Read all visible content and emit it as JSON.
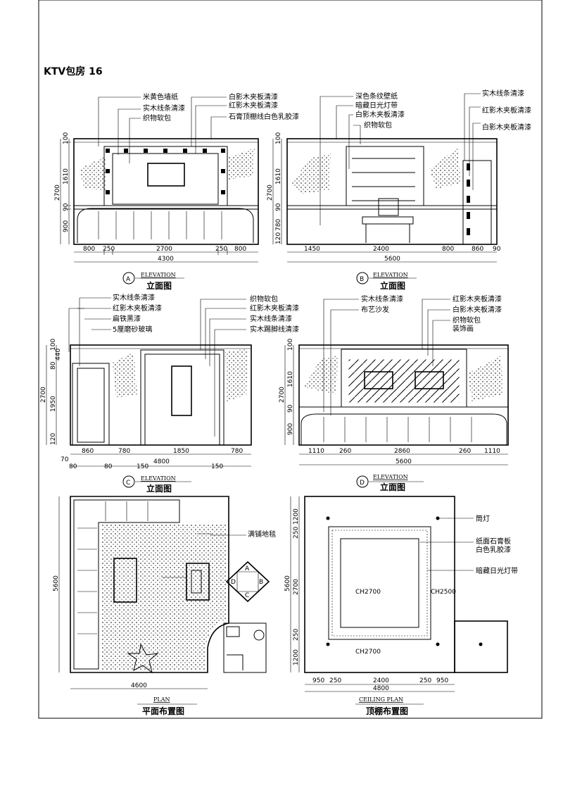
{
  "title": "KTV包房   16",
  "elevation_a": {
    "letter": "A",
    "label_en": "ELEVATION",
    "label_cn": "立面图",
    "notes_left": [
      "米黄色墙纸",
      "实木线条清漆",
      "织物软包"
    ],
    "notes_right": [
      "白影木夹板清漆",
      "红影木夹板清漆",
      "石膏顶棚线白色乳胶漆"
    ],
    "vdims": [
      "100",
      "1610",
      "2700",
      "90",
      "900"
    ],
    "hdims": [
      "800",
      "250",
      "2700",
      "250",
      "800"
    ],
    "total": "4300"
  },
  "elevation_b": {
    "letter": "B",
    "label_en": "ELEVATION",
    "label_cn": "立面图",
    "notes_left": [
      "深色条纹壁纸",
      "暗藏日光灯带",
      "白影木夹板清漆",
      "织物软包"
    ],
    "notes_right": [
      "实木线条清漆",
      "红影木夹板清漆",
      "白影木夹板清漆"
    ],
    "vdims": [
      "100",
      "1610",
      "2700",
      "90",
      "780",
      "120"
    ],
    "hdims": [
      "1450",
      "2400",
      "800",
      "860",
      "90"
    ],
    "total": "5600"
  },
  "elevation_c": {
    "letter": "C",
    "label_en": "ELEVATION",
    "label_cn": "立面图",
    "notes_left": [
      "实木线条清漆",
      "红影木夹板清漆",
      "扁铁黑漆",
      "5厘磨砂玻璃"
    ],
    "notes_right": [
      "织物软包",
      "红影木夹板清漆",
      "实木线条清漆",
      "实木踢脚线清漆"
    ],
    "vdims": [
      "100",
      "440",
      "80",
      "2700",
      "1950",
      "120"
    ],
    "hdims": [
      "860",
      "780",
      "1850",
      "780"
    ],
    "hdims2": [
      "70",
      "80",
      "80",
      "150",
      "150"
    ],
    "total": "4800"
  },
  "elevation_d": {
    "letter": "D",
    "label_en": "ELEVATION",
    "label_cn": "立面图",
    "notes_left": [
      "实木线条清漆",
      "布艺沙发"
    ],
    "notes_right": [
      "红影木夹板清漆",
      "白影木夹板清漆",
      "织物软包",
      "装饰画"
    ],
    "vdims": [
      "100",
      "1610",
      "2700",
      "90",
      "900"
    ],
    "hdims": [
      "1110",
      "260",
      "2860",
      "260",
      "1110"
    ],
    "total": "5600"
  },
  "plan": {
    "label_en": "PLAN",
    "label_cn": "平面布置图",
    "note": "满铺地毯",
    "vdim": "5600",
    "hdim": "4600",
    "compass": [
      "A",
      "B",
      "C",
      "D"
    ]
  },
  "ceiling": {
    "label_en": "CEILING PLAN",
    "label_cn": "顶棚布置图",
    "notes": [
      "筒灯",
      "纸面石膏板",
      "白色乳胶漆",
      "暗藏日光灯带"
    ],
    "heights": [
      "CH2700",
      "CH2500",
      "CH2700"
    ],
    "vdims": [
      "1200",
      "250",
      "2700",
      "250",
      "1200"
    ],
    "vtotal": "5600",
    "hdims": [
      "950",
      "250",
      "2400",
      "250",
      "950"
    ],
    "htotal": "4800"
  }
}
